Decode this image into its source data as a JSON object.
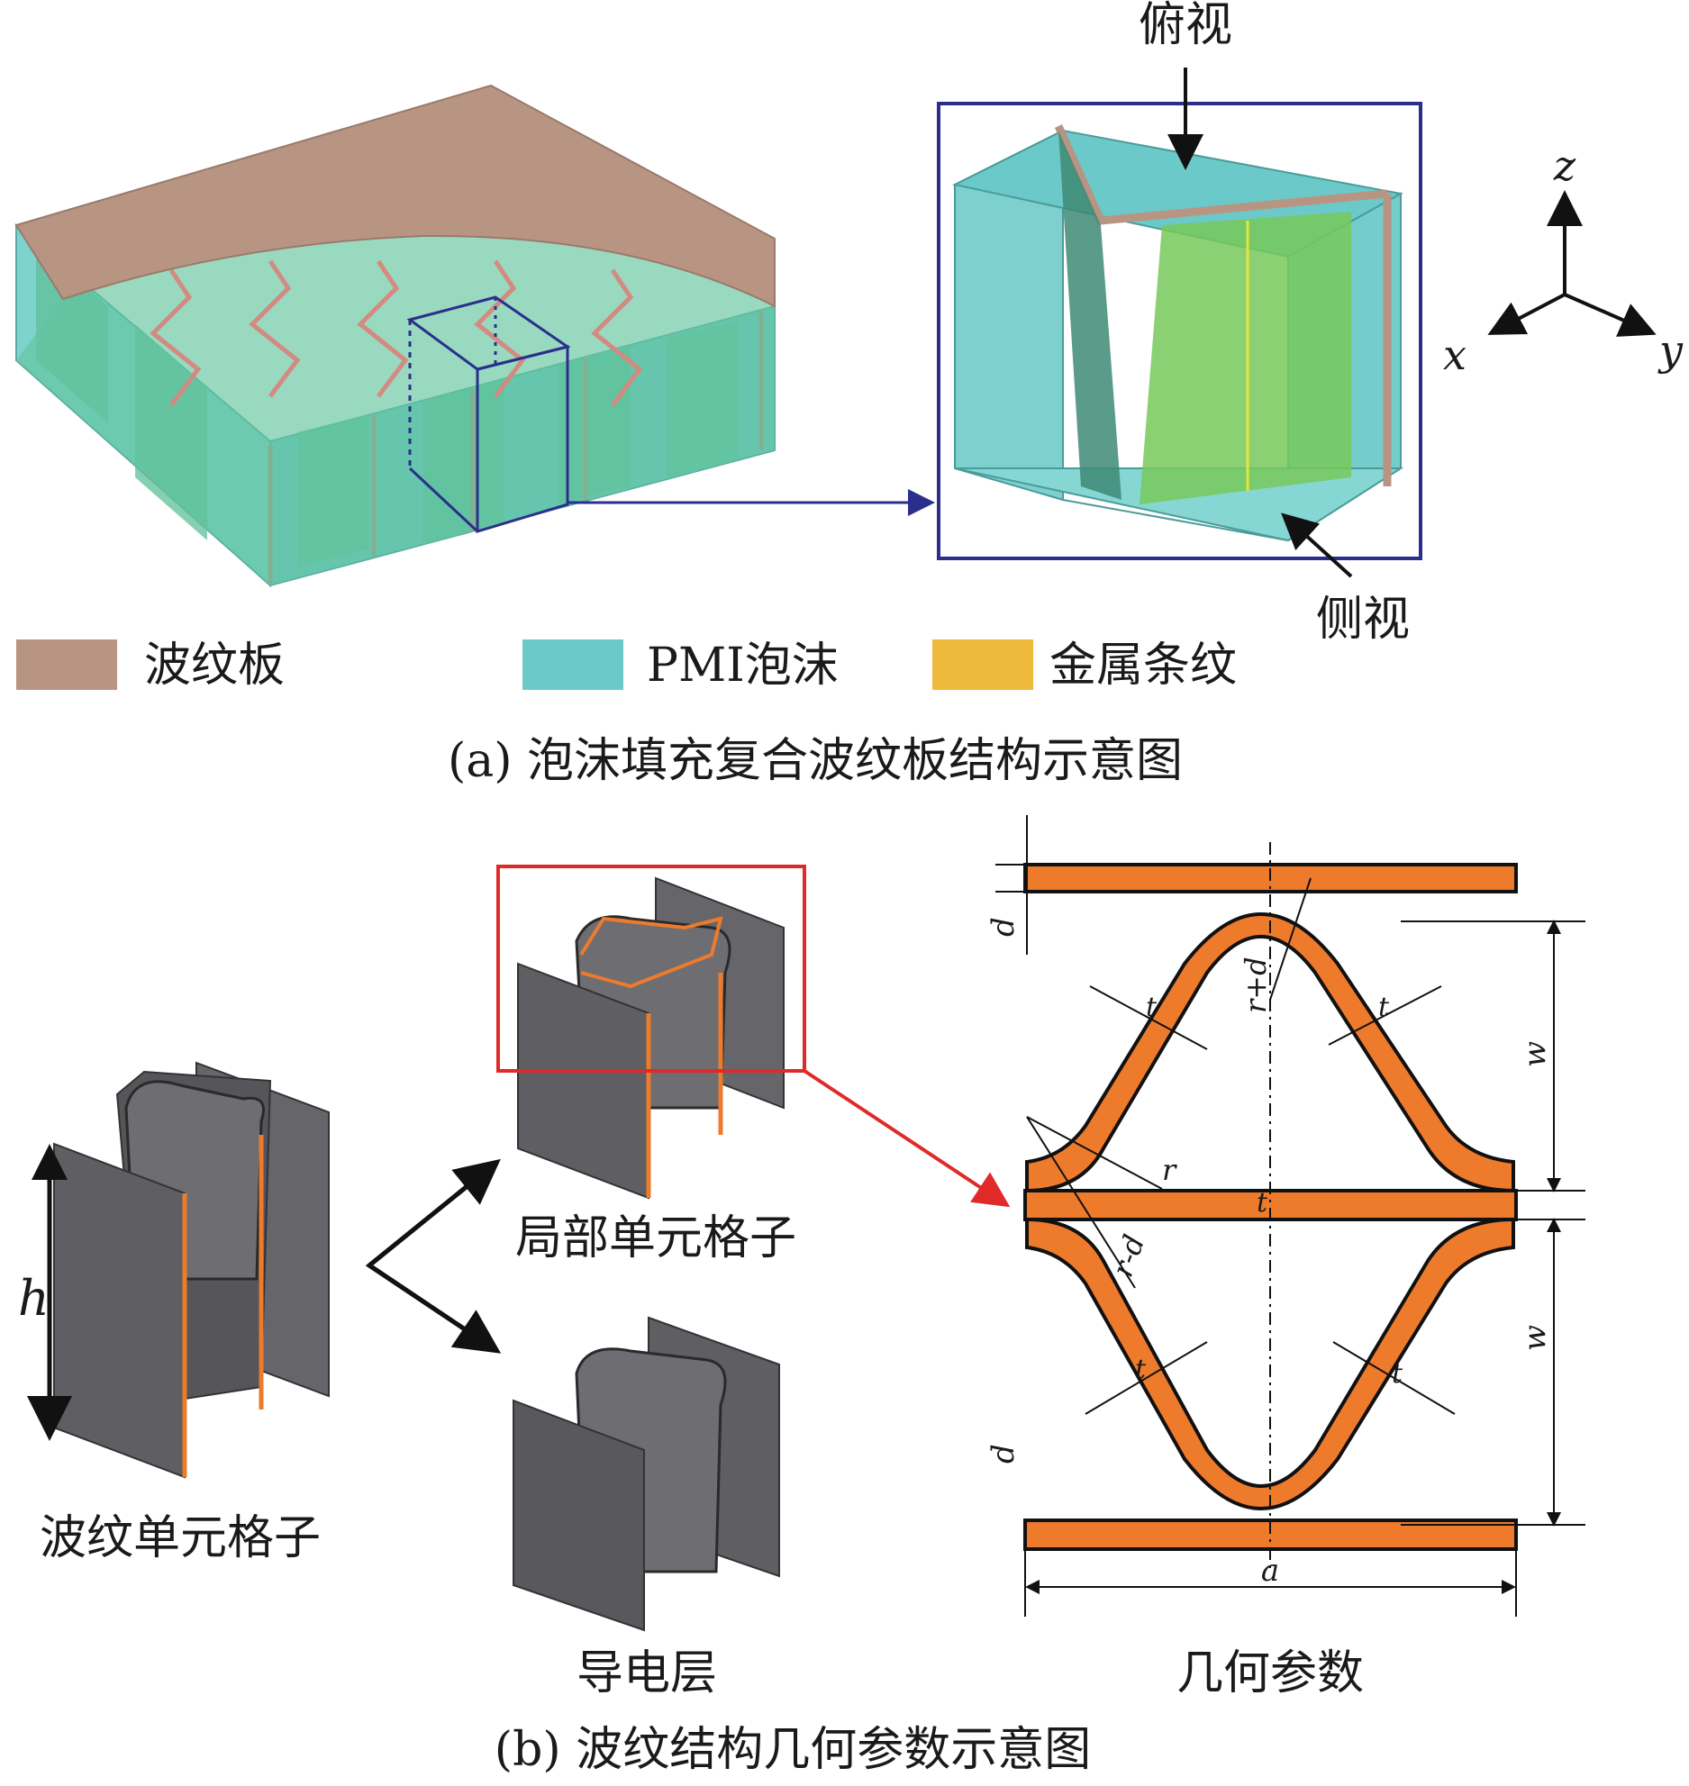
{
  "colors": {
    "corrugated_plate": "#B89483",
    "pmi_foam": "#6CC9C9",
    "metal_stripe": "#EDB93A",
    "cell_dark": "#5A5A5E",
    "conductive_orange": "#EE7A2C",
    "box_blue": "#2B2F8C",
    "callout_red": "#E02A2A"
  },
  "panel_a": {
    "label_top_view": "俯视",
    "label_side_view": "侧视",
    "axes": {
      "z": "z",
      "x": "x",
      "y": "y"
    },
    "legend": [
      {
        "label": "波纹板",
        "color_key": "corrugated_plate"
      },
      {
        "label": "PMI泡沫",
        "color_key": "pmi_foam"
      },
      {
        "label": "金属条纹",
        "color_key": "metal_stripe"
      }
    ],
    "caption": "(a) 泡沫填充复合波纹板结构示意图"
  },
  "panel_b": {
    "cell_label": "波纹单元格子",
    "height_symbol": "h",
    "local_cell_label": "局部单元格子",
    "conductive_layer_label": "导电层",
    "geometry_label": "几何参数",
    "dims": {
      "d": "d",
      "t": "t",
      "w": "w",
      "a": "a",
      "r": "r",
      "r_plus_d": "r+d",
      "r_minus_d": "r-d"
    },
    "caption": "(b) 波纹结构几何参数示意图"
  }
}
